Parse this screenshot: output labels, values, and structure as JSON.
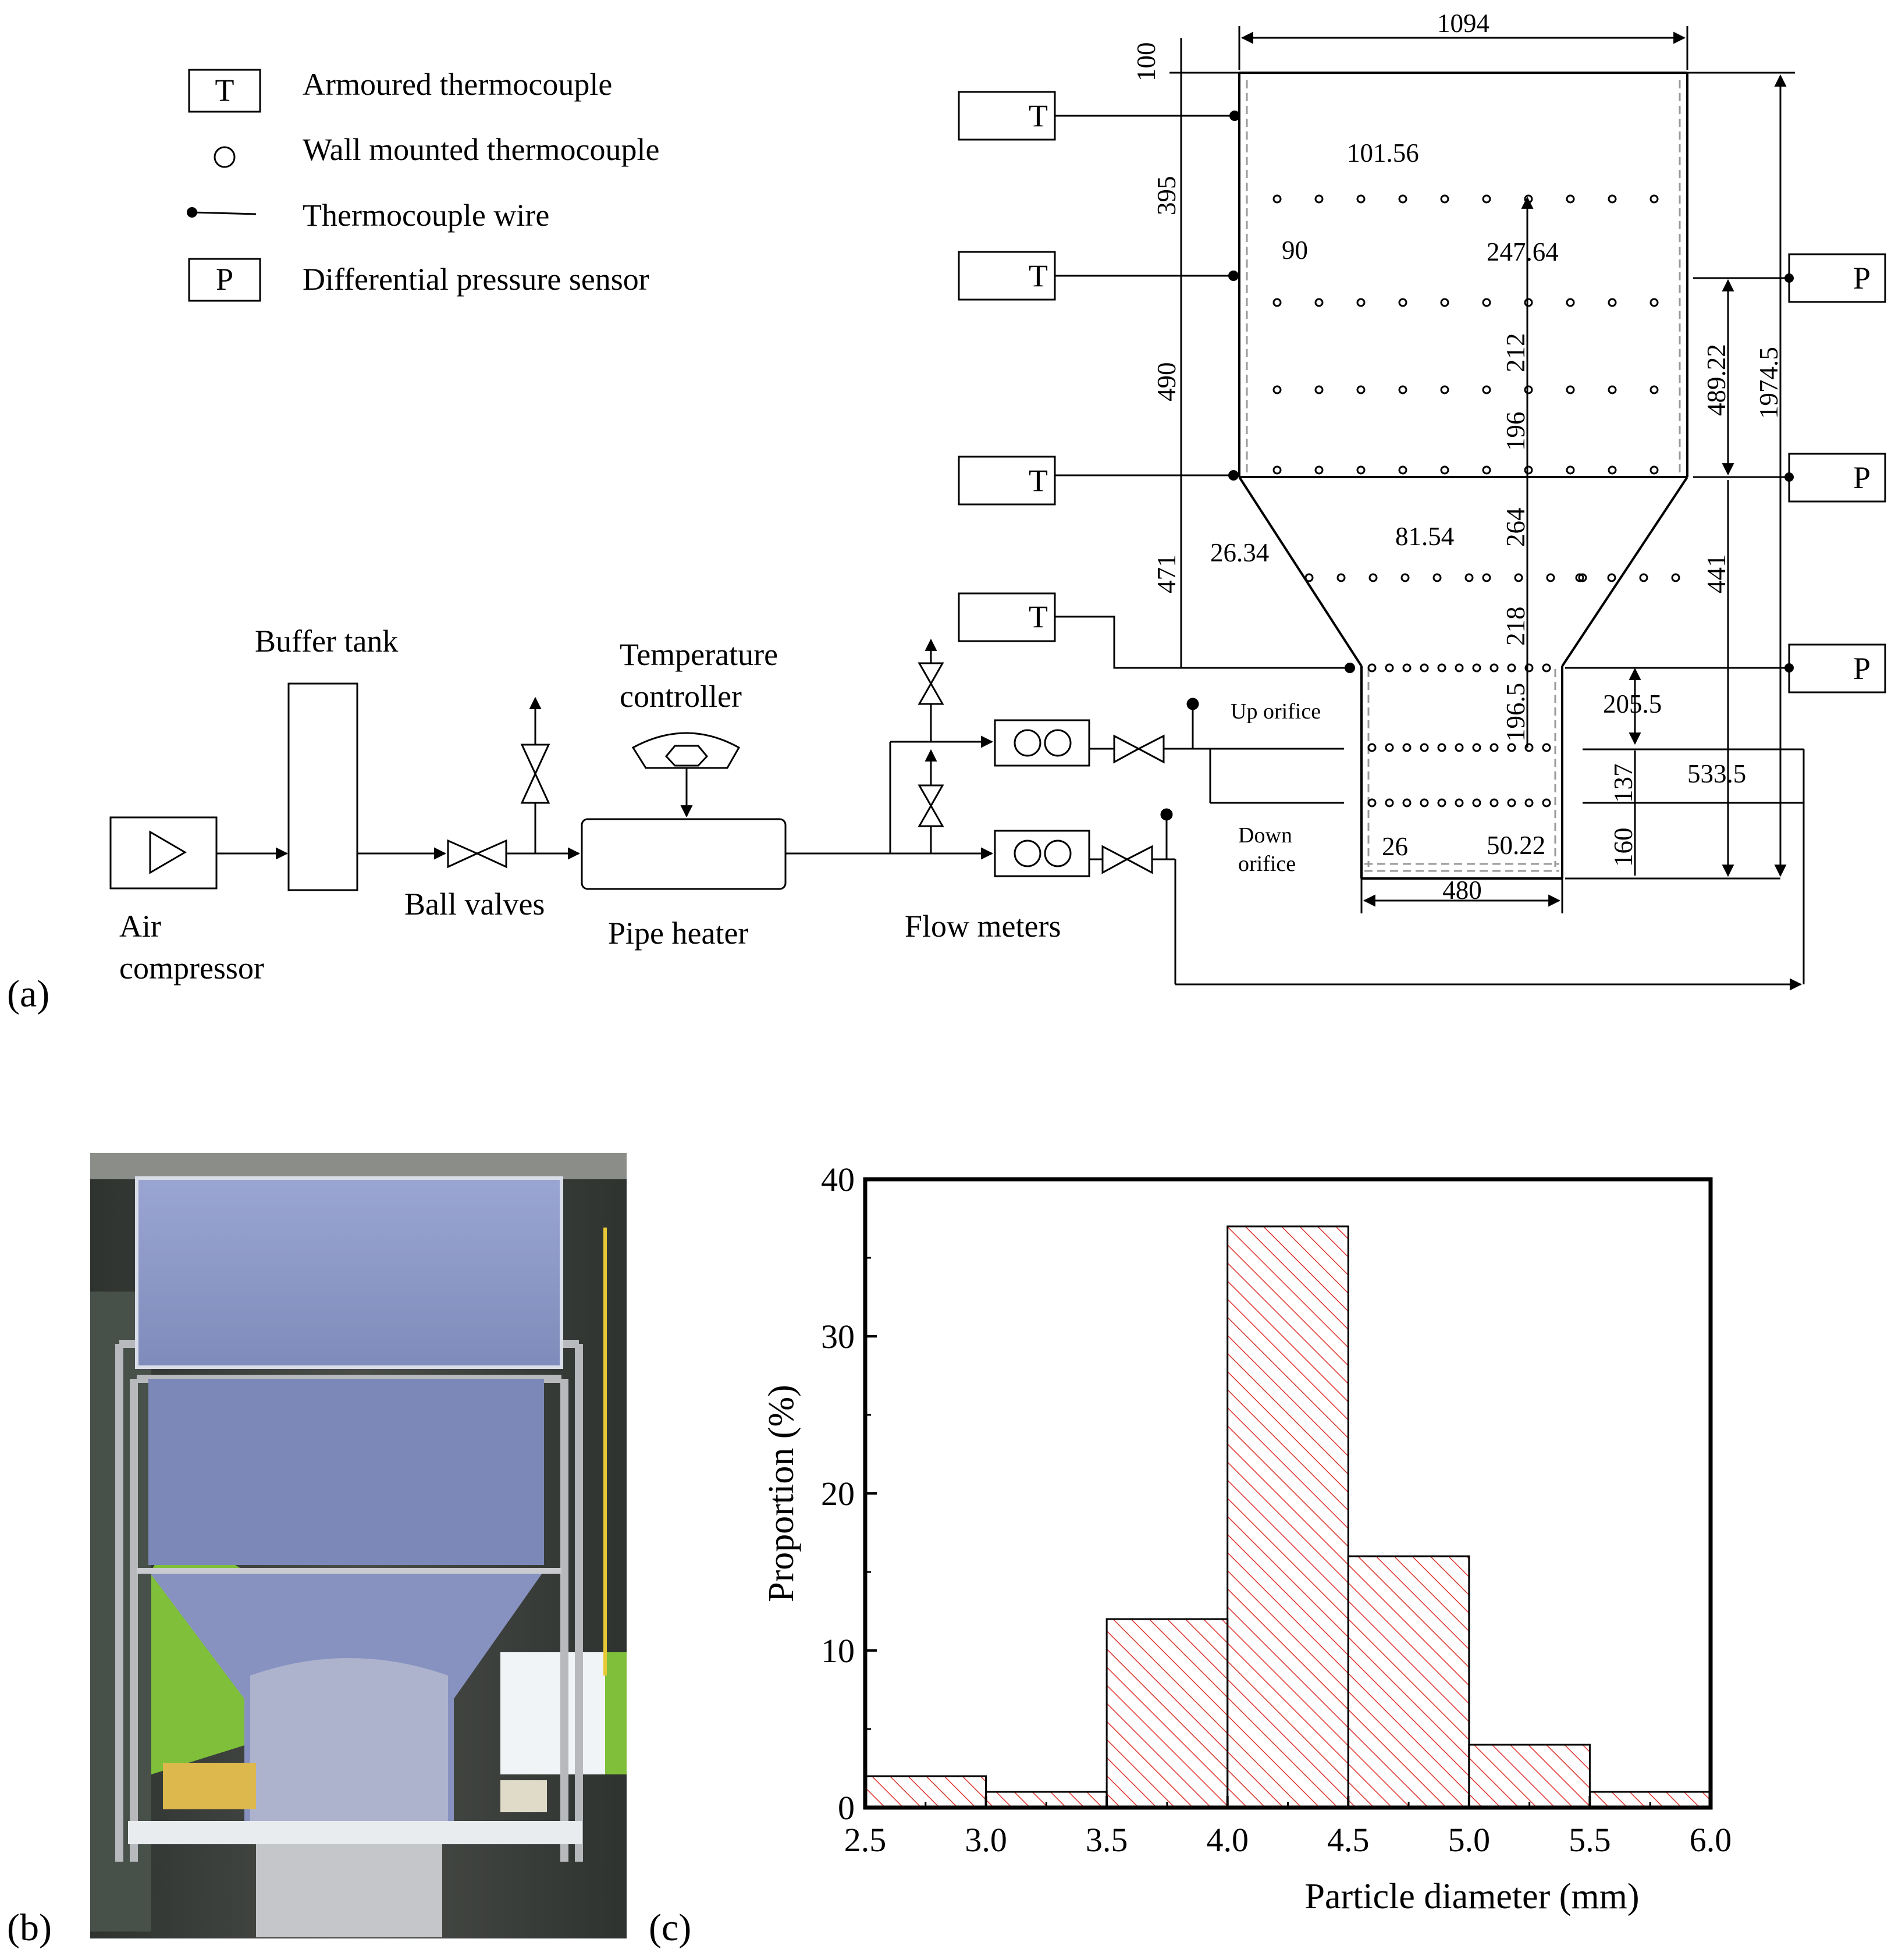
{
  "panels": {
    "a": "(a)",
    "b": "(b)",
    "c": "(c)"
  },
  "legend": [
    {
      "symbol": "T",
      "label": "Armoured thermocouple",
      "icon": "box-T"
    },
    {
      "symbol": "",
      "label": "Wall mounted thermocouple",
      "icon": "circle"
    },
    {
      "symbol": "",
      "label": "Thermocouple wire",
      "icon": "dot-line"
    },
    {
      "symbol": "P",
      "label": "Differential pressure sensor",
      "icon": "box-P"
    }
  ],
  "flow": {
    "compressor_line1": "Air",
    "compressor_line2": "compressor",
    "buffer_tank": "Buffer tank",
    "ball_valves": "Ball valves",
    "temp_controller_line1": "Temperature",
    "temp_controller_line2": "controller",
    "pipe_heater": "Pipe heater",
    "flow_meters": "Flow meters",
    "up_orifice": "Up orifice",
    "down_orifice_line1": "Down",
    "down_orifice_line2": "orifice"
  },
  "sensors": {
    "T": "T",
    "P": "P"
  },
  "dimensions": {
    "d1094": "1094",
    "d100": "100",
    "d101_56": "101.56",
    "d395": "395",
    "d90": "90",
    "d247_64": "247.64",
    "d212": "212",
    "d196": "196",
    "d490": "490",
    "d489_22": "489.22",
    "d1974_5": "1974.5",
    "d264": "264",
    "d81_54": "81.54",
    "d26_34": "26.34",
    "d471": "471",
    "d441": "441",
    "d218": "218",
    "d196_5": "196.5",
    "d205_5": "205.5",
    "d533_5": "533.5",
    "d137": "137",
    "d160": "160",
    "d26": "26",
    "d50_22": "50.22",
    "d480": "480"
  },
  "chart_data": {
    "type": "bar",
    "xlabel": "Particle diameter (mm)",
    "ylabel": "Proportion (%)",
    "bins": [
      {
        "from": 2.5,
        "to": 3.0,
        "value": 2
      },
      {
        "from": 3.0,
        "to": 3.5,
        "value": 1
      },
      {
        "from": 3.5,
        "to": 4.0,
        "value": 12
      },
      {
        "from": 4.0,
        "to": 4.5,
        "value": 37
      },
      {
        "from": 4.5,
        "to": 5.0,
        "value": 16
      },
      {
        "from": 5.0,
        "to": 5.5,
        "value": 4
      },
      {
        "from": 5.5,
        "to": 6.0,
        "value": 1
      }
    ],
    "xlim": [
      2.5,
      6.0
    ],
    "ylim": [
      0,
      40
    ],
    "xticks": [
      "2.5",
      "3.0",
      "3.5",
      "4.0",
      "4.5",
      "5.0",
      "5.5",
      "6.0"
    ],
    "yticks": [
      "0",
      "10",
      "20",
      "30",
      "40"
    ],
    "bar_hatch_color": "#e0302a",
    "grid": false
  },
  "colors": {
    "foam": "#8e9ac8",
    "frame": "#b7b9bd",
    "background_dark": "#3a3d3a",
    "accent_green": "#7fbf3a"
  }
}
